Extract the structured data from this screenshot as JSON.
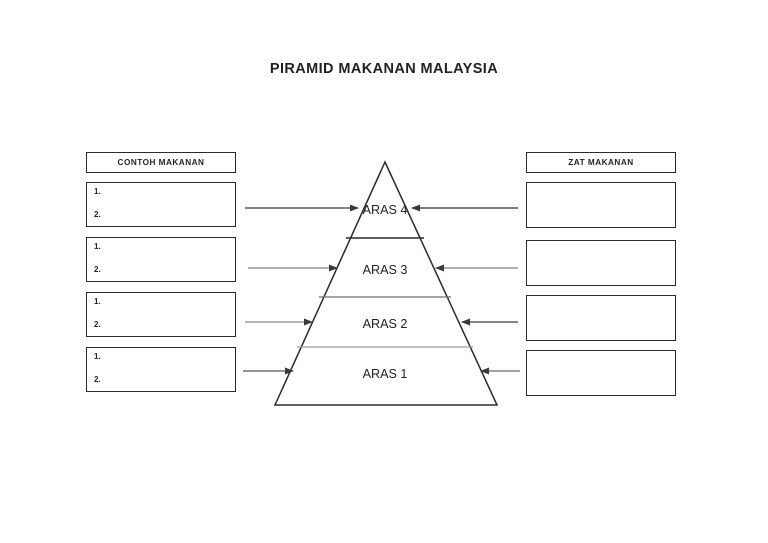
{
  "page": {
    "title": "PIRAMID MAKANAN MALAYSIA",
    "background_color": "#ffffff",
    "line_color": "#2b2b2b",
    "text_color": "#231f20"
  },
  "columns": {
    "left": {
      "header": "CONTOH MAKANAN",
      "boxes": [
        {
          "lines": [
            "1.",
            "2."
          ]
        },
        {
          "lines": [
            "1.",
            "2."
          ]
        },
        {
          "lines": [
            "1.",
            "2."
          ]
        },
        {
          "lines": [
            "1.",
            "2."
          ]
        }
      ]
    },
    "right": {
      "header": "ZAT MAKANAN",
      "boxes": [
        {
          "lines": []
        },
        {
          "lines": []
        },
        {
          "lines": []
        },
        {
          "lines": []
        }
      ]
    }
  },
  "pyramid": {
    "levels": [
      {
        "label": "ARAS 4"
      },
      {
        "label": "ARAS 3"
      },
      {
        "label": "ARAS 2"
      },
      {
        "label": "ARAS 1"
      }
    ]
  },
  "connectors": {
    "left_arrows": [
      {
        "target": "ARAS 4",
        "direction": "right"
      },
      {
        "target": "ARAS 3",
        "direction": "right"
      },
      {
        "target": "ARAS 2",
        "direction": "right"
      },
      {
        "target": "ARAS 1",
        "direction": "right"
      }
    ],
    "right_arrows": [
      {
        "target": "ARAS 4",
        "direction": "left"
      },
      {
        "target": "ARAS 3",
        "direction": "left"
      },
      {
        "target": "ARAS 2",
        "direction": "left"
      },
      {
        "target": "ARAS 1",
        "direction": "left"
      }
    ]
  }
}
